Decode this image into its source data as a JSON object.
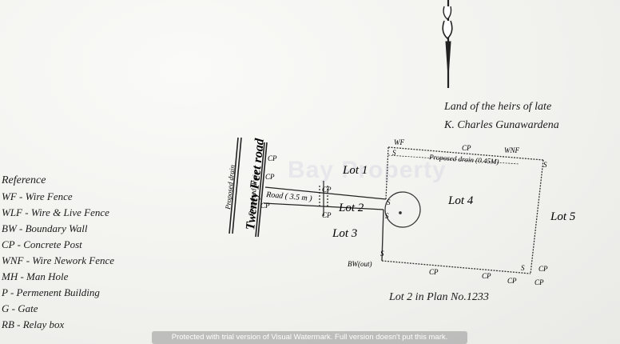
{
  "heirs_label": {
    "line1": "Land of the heirs of late",
    "line2": "K. Charles Gunawardena"
  },
  "plan_note": "Lot 2 in Plan No.1233",
  "road": {
    "name": "Twenty Feet road",
    "drain_left": "Proposed drain",
    "drain_right": "Proposed drain",
    "access": "Road ( 3.5 m )"
  },
  "lots": [
    "Lot 1",
    "Lot 2",
    "Lot 3",
    "Lot 4",
    "Lot 5"
  ],
  "boundary_labels": {
    "wf": "WF",
    "wnf": "WNF",
    "cp": "CP",
    "s": "S",
    "bw": "BW(out)",
    "drain": "Proposed drain (0.45M)"
  },
  "legend": {
    "title": "Reference",
    "items": [
      "WF - Wire Fence",
      "WLF - Wire & Live Fence",
      "BW - Boundary Wall",
      "CP - Concrete Post",
      "WNF - Wire Nework Fence",
      "MH - Man Hole",
      "P - Permenent Building",
      "G - Gate",
      "RB - Relay box"
    ]
  },
  "watermark": {
    "bar": "Protected with trial version of Visual Watermark. Full version doesn't put this mark.",
    "faint": "Bay Property"
  }
}
